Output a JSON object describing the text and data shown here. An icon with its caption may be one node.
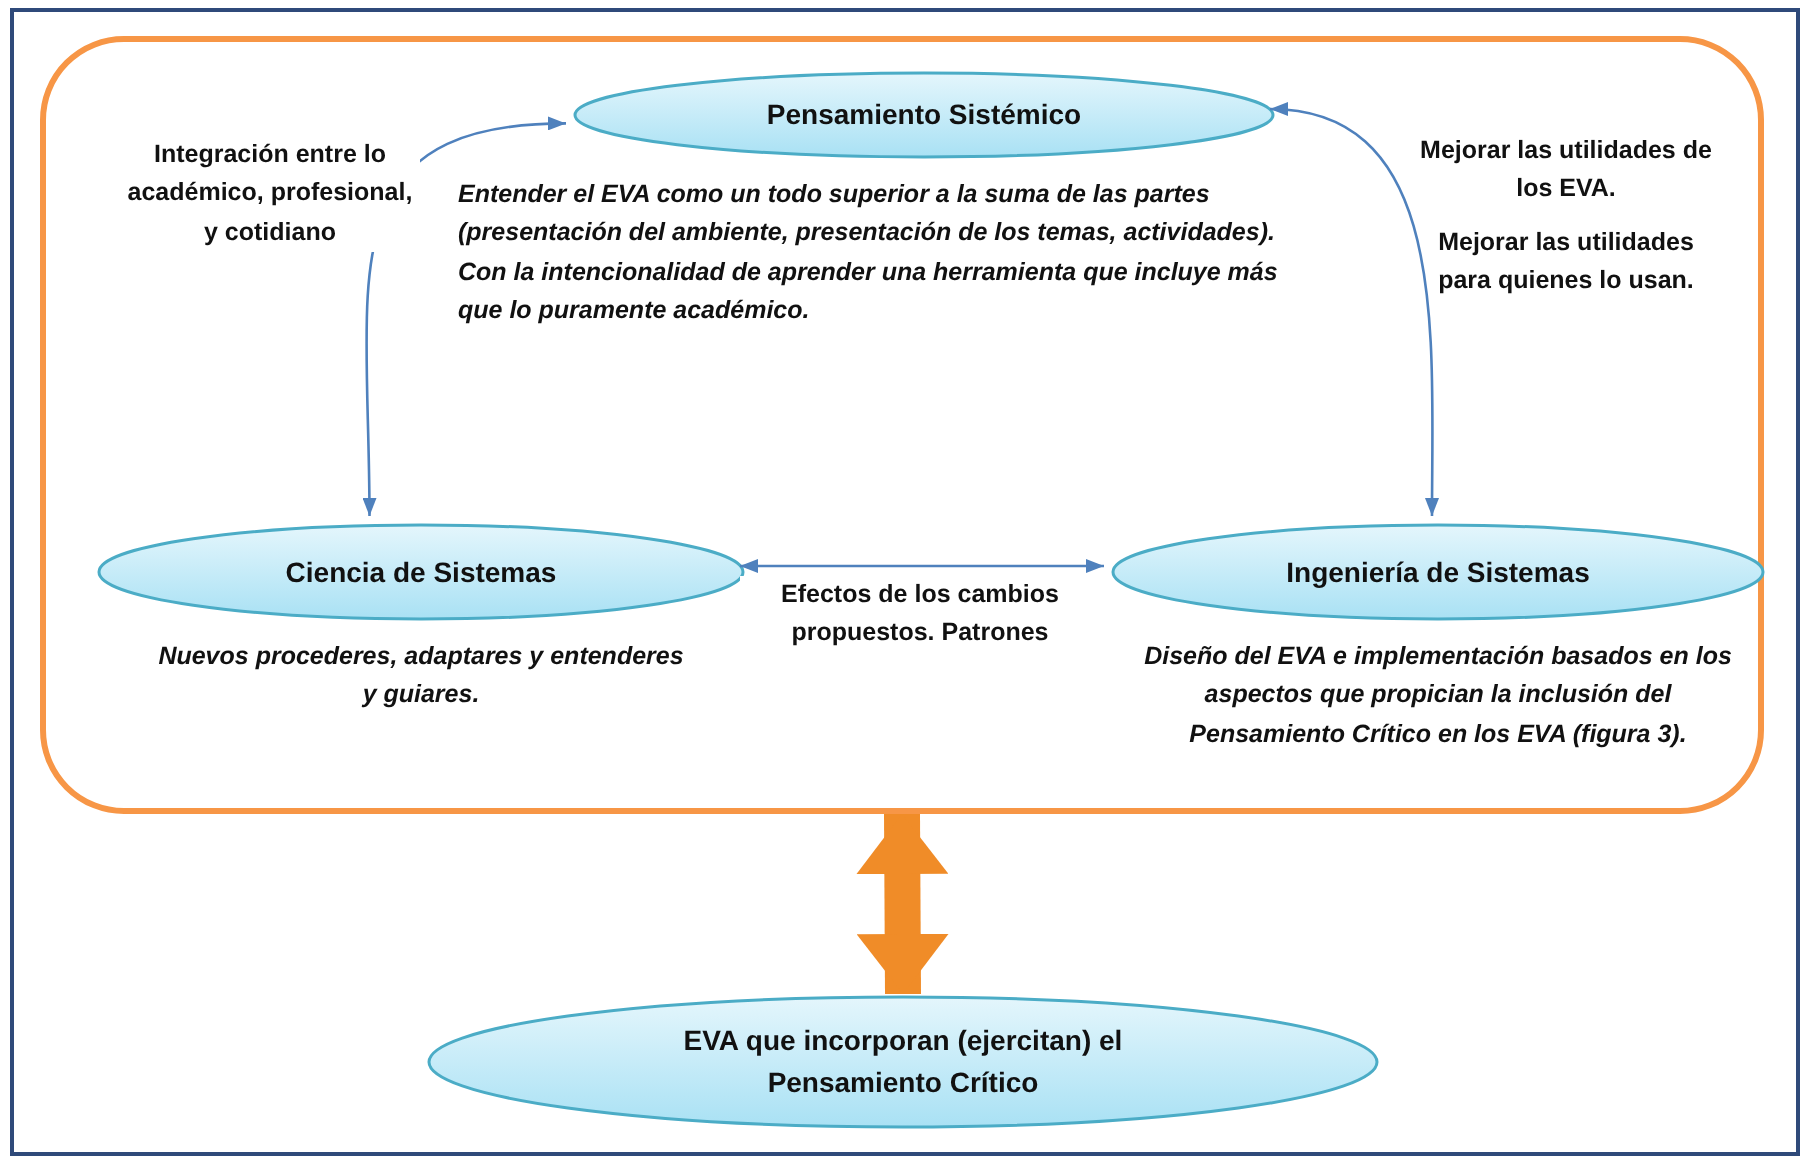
{
  "diagram": {
    "nodes": [
      {
        "text": [],
        "shape": "box"
      },
      {
        "text": [
          "Pensamiento Sistémico"
        ],
        "in": 0,
        "beside": [
          "Entender el EVA como un todo superior a la suma de las partes (presentación del ambiente, presentación de los temas, actividades). Con la intencionalidad de aprender una herramienta que incluye más que lo puramente académico."
        ]
      },
      {
        "text": [
          "Ciencia de Sistemas"
        ],
        "in": 0,
        "beside": [
          "Nuevos procederes, adaptares y entenderes y guiares."
        ]
      },
      {
        "text": [
          "Ingeniería de Sistemas"
        ],
        "in": 0,
        "beside": [
          "Diseño del EVA e implementación basados en los aspectos que propician la inclusión del Pensamiento Crítico en los EVA (figura 3)."
        ]
      },
      {
        "text": [
          "EVA que incorporan (ejercitan) el Pensamiento Crítico"
        ]
      }
    ],
    "edges": [
      {
        "from": 1,
        "to": 2,
        "arrow": "both",
        "label": "Integración entre lo académico, profesional, y cotidiano"
      },
      {
        "from": 1,
        "to": 3,
        "arrow": "both"
      },
      {
        "from": 2,
        "to": 3,
        "arrow": "both",
        "label": "Efectos de los cambios propuestos. Patrones"
      },
      {
        "from": 0,
        "to": 4,
        "arrow": "both",
        "style": "thick",
        "color": "#f08c28"
      }
    ],
    "labels": [
      "Mejorar las utilidades de los EVA.",
      "Mejorar las utilidades para quienes lo usan."
    ]
  }
}
